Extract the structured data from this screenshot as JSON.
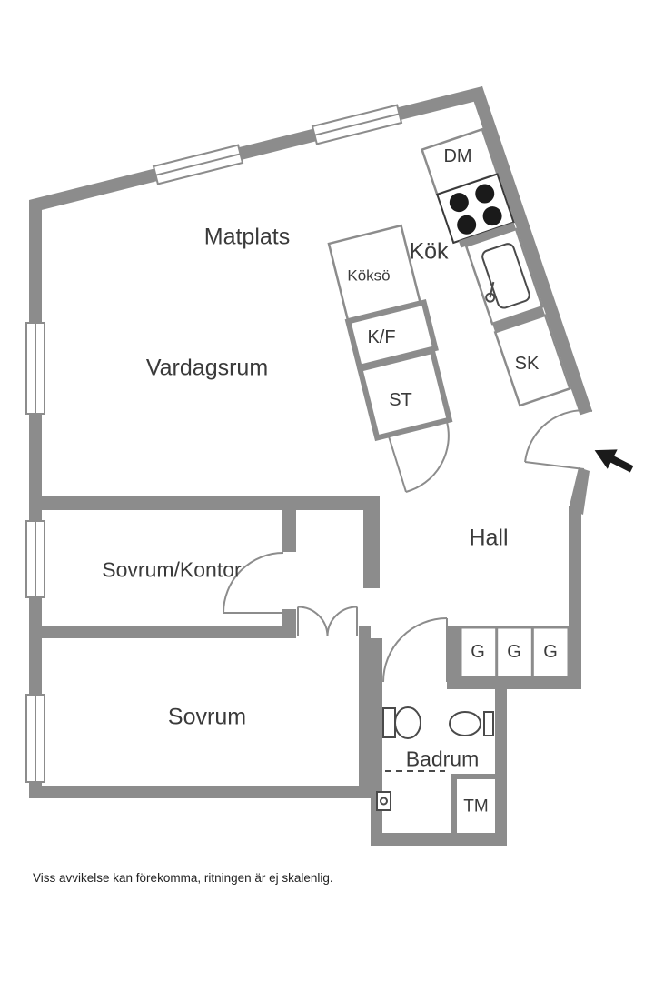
{
  "floorplan": {
    "rooms": {
      "matplats": "Matplats",
      "kok": "Kök",
      "koksoe": "Köksö",
      "kf": "K/F",
      "vardagsrum": "Vardagsrum",
      "sk": "SK",
      "st": "ST",
      "dm": "DM",
      "hall": "Hall",
      "sovrum_kontor": "Sovrum/Kontor",
      "g1": "G",
      "g2": "G",
      "g3": "G",
      "sovrum": "Sovrum",
      "badrum": "Badrum",
      "tm": "TM"
    },
    "footer": "Viss avvikelse kan förekomma, ritningen är ej skalenlig.",
    "colors": {
      "wall": "#8c8c8c",
      "background": "#ffffff",
      "text": "#3a3a3a",
      "fixture": "#4a4a4a",
      "accent_black": "#1a1a1a"
    }
  }
}
